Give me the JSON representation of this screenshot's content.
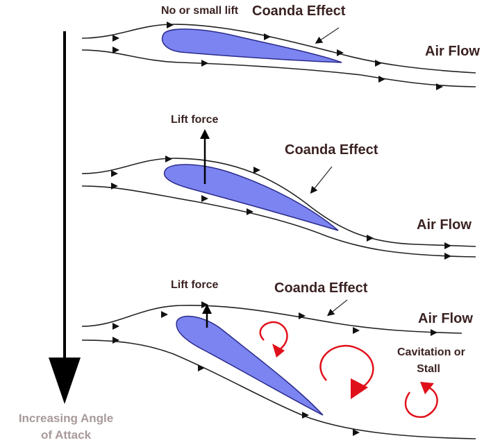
{
  "diagram": {
    "panels": [
      {
        "top_label": "No or small lift",
        "coanda": "Coanda Effect",
        "airflow": "Air Flow"
      },
      {
        "lift": "Lift force",
        "coanda": "Coanda Effect",
        "airflow": "Air Flow"
      },
      {
        "lift": "Lift force",
        "coanda": "Coanda Effect",
        "airflow": "Air Flow",
        "stall_line1": "Cavitation or",
        "stall_line2": "Stall"
      }
    ],
    "axis_label_line1": "Increasing Angle",
    "axis_label_line2": "of  Attack",
    "colors": {
      "airfoil": "#7b84f0",
      "vortex": "#e0101a",
      "text": "#3b2222",
      "axis_label": "#a89a9a"
    }
  }
}
